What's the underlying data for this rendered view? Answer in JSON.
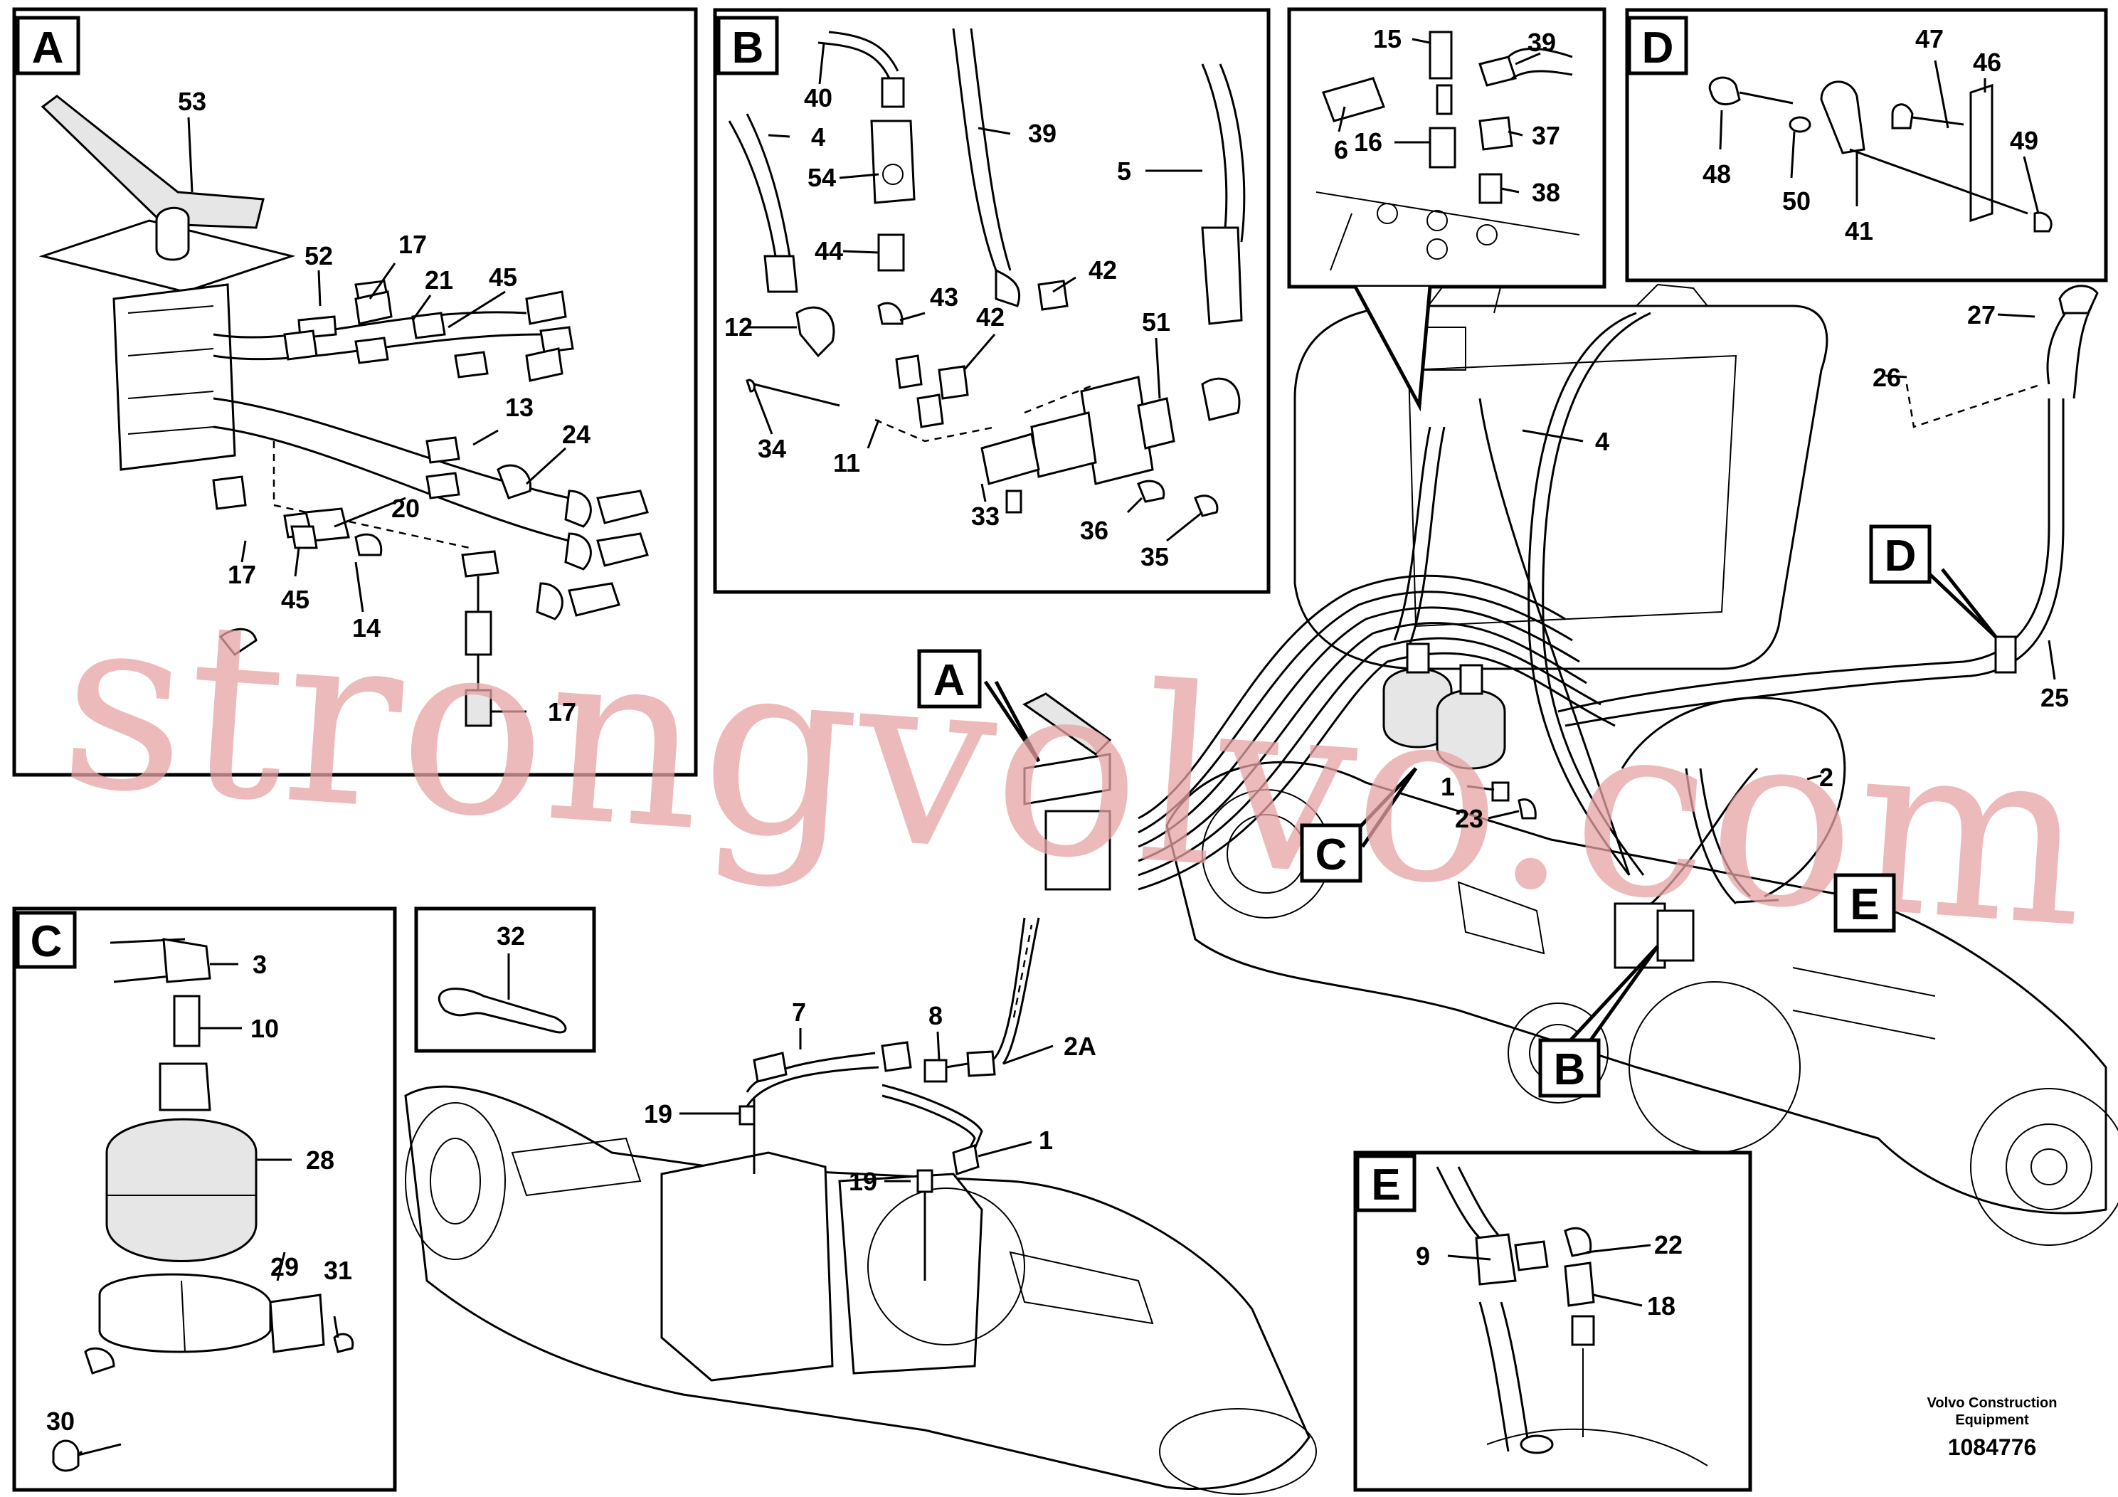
{
  "panels": {
    "A": {
      "badge": "A",
      "labels": [
        "53",
        "52",
        "17",
        "21",
        "45",
        "13",
        "24",
        "20",
        "17",
        "45",
        "14",
        "17"
      ]
    },
    "B": {
      "badge": "B",
      "labels": [
        "40",
        "4",
        "39",
        "5",
        "54",
        "44",
        "43",
        "42",
        "42",
        "51",
        "12",
        "34",
        "11",
        "33",
        "36",
        "35"
      ]
    },
    "top": {
      "labels": [
        "15",
        "39",
        "6",
        "16",
        "37",
        "38"
      ]
    },
    "D": {
      "badge": "D",
      "labels": [
        "47",
        "46",
        "48",
        "50",
        "41",
        "49"
      ]
    },
    "C": {
      "badge": "C",
      "labels": [
        "3",
        "10",
        "28",
        "29",
        "31",
        "30"
      ]
    },
    "strap": {
      "labels": [
        "32"
      ]
    },
    "E": {
      "badge": "E",
      "labels": [
        "9",
        "22",
        "18"
      ]
    }
  },
  "main": {
    "badges": [
      "A",
      "B",
      "C",
      "D",
      "E"
    ],
    "labels": [
      "27",
      "26",
      "4",
      "25",
      "2",
      "1",
      "23",
      "7",
      "8",
      "2A",
      "19",
      "19",
      "1"
    ]
  },
  "footer": {
    "company_line1": "Volvo Construction",
    "company_line2": "Equipment",
    "doc_number": "1084776"
  },
  "watermark": "strongvolvo.com"
}
